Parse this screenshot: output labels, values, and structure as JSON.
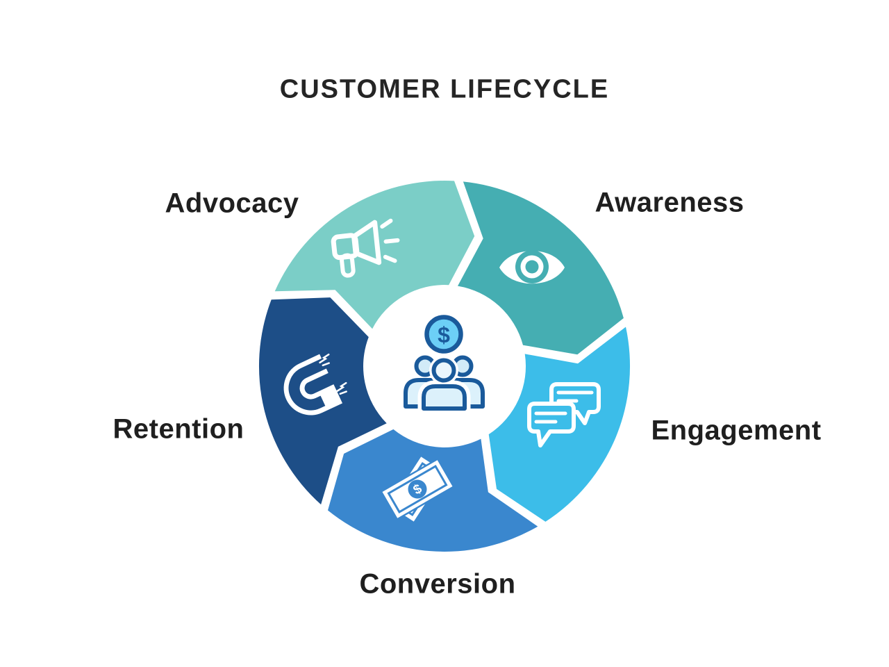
{
  "title": "CUSTOMER LIFECYCLE",
  "diagram": {
    "type": "cycle",
    "direction": "clockwise",
    "background": "#FFFFFF",
    "text_color": "#1F1F1F",
    "stages": [
      {
        "label": "Awareness",
        "icon": "eye-icon",
        "color": "#45AEB2",
        "start_angle": 0,
        "end_angle": 72
      },
      {
        "label": "Engagement",
        "icon": "chat-bubbles-icon",
        "color": "#3CBDE9",
        "start_angle": 72,
        "end_angle": 144
      },
      {
        "label": "Conversion",
        "icon": "money-bills-icon",
        "color": "#3A87CE",
        "start_angle": 144,
        "end_angle": 216
      },
      {
        "label": "Retention",
        "icon": "magnet-icon",
        "color": "#1D4E87",
        "start_angle": 216,
        "end_angle": 288
      },
      {
        "label": "Advocacy",
        "icon": "megaphone-icon",
        "color": "#7BCEC7",
        "start_angle": 288,
        "end_angle": 360
      }
    ],
    "center_icon": {
      "name": "customers-with-money-icon",
      "currency_symbol": "$",
      "outline_color": "#1A5A9B",
      "coin_fill": "#6CCFF6",
      "people_fill": "#DCF1FB"
    }
  }
}
